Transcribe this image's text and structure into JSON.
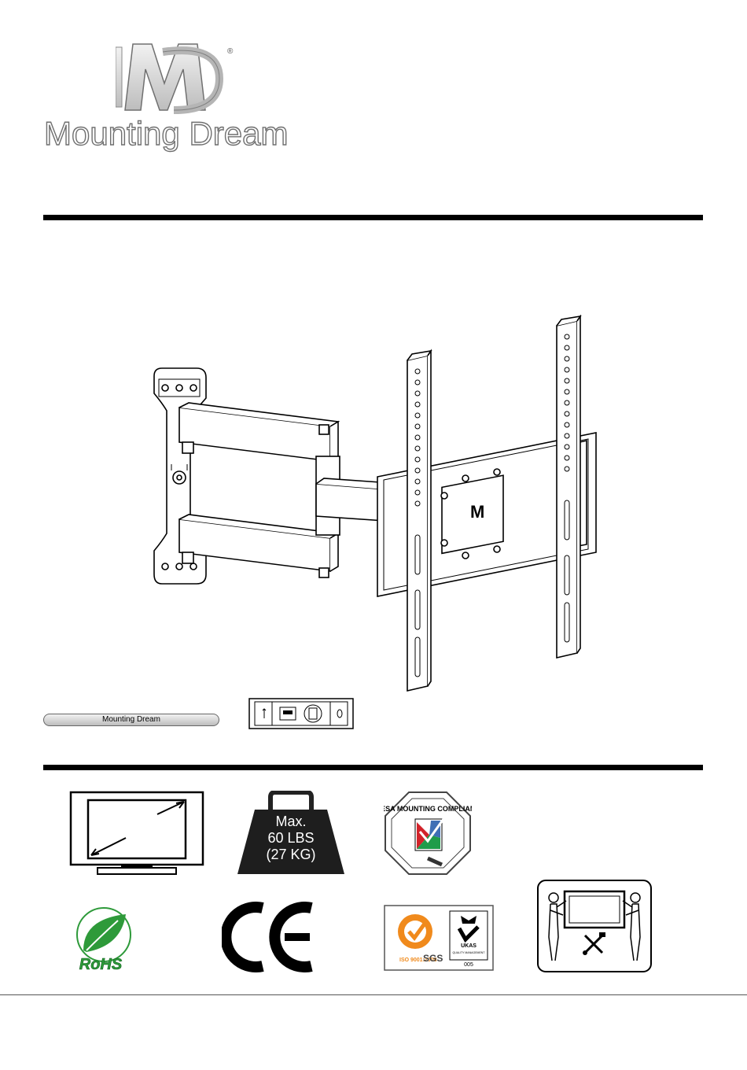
{
  "brand": {
    "name": "Mounting Dream",
    "mark_letters": "M",
    "registered": "®"
  },
  "product": {
    "bar_label": "Mounting Dream"
  },
  "specs": {
    "weight_line1": "Max.",
    "weight_line2": "60 LBS",
    "weight_line3": "(27 KG)"
  },
  "badges": {
    "vesa": "VESA MOUNTING COMPLIANT",
    "rohs": "RoHS",
    "sgs_iso": "ISO 9001:2008",
    "sgs_name": "SGS",
    "ukas": "UKAS",
    "ukas_sub": "QUALITY MANAGEMENT",
    "ukas_num": "005"
  },
  "colors": {
    "rule": "#000000",
    "logo_gray": "#6f6f6f",
    "vesa_red": "#d2232a",
    "vesa_green": "#1f9c4a",
    "vesa_blue": "#3f6fb5",
    "rohs_green": "#2e9a3a",
    "sgs_orange": "#f08a1c"
  },
  "icons": [
    "tv-screen-size-icon",
    "weight-icon",
    "vesa-icon",
    "rohs-icon",
    "ce-mark-icon",
    "sgs-ukas-icon",
    "two-person-install-icon"
  ]
}
